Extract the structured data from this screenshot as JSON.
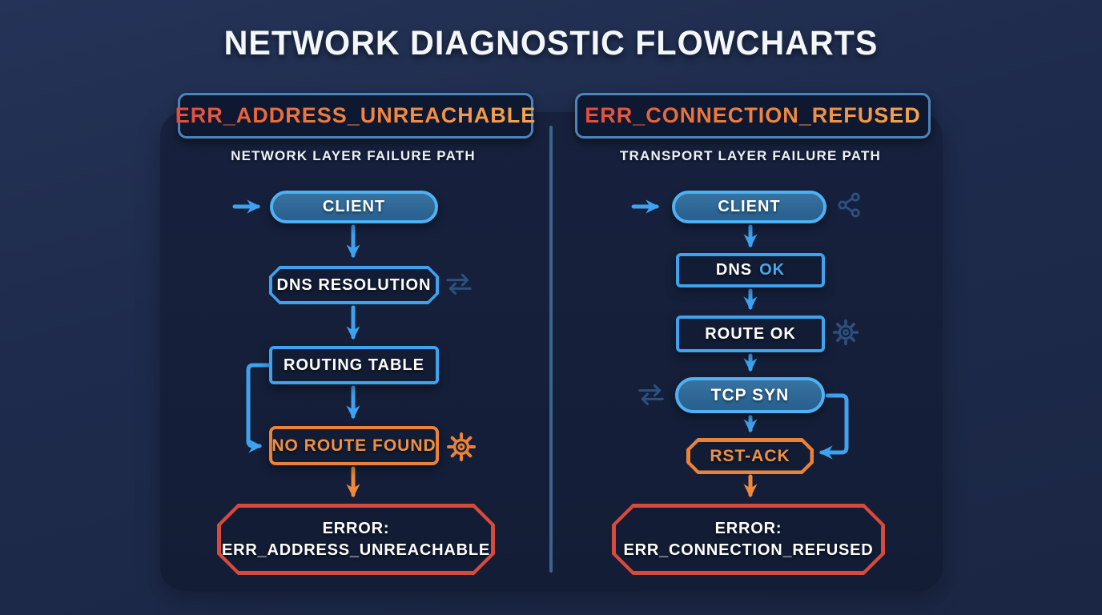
{
  "title": "NETWORK DIAGNOSTIC FLOWCHARTS",
  "left": {
    "error_code": "ERR_ADDRESS_UNREACHABLE",
    "subtitle": "NETWORK LAYER FAILURE PATH",
    "nodes": {
      "client": "CLIENT",
      "dns_resolution": "DNS RESOLUTION",
      "routing_table": "ROUTING TABLE",
      "no_route_found": "NO ROUTE FOUND",
      "error_title": "ERROR:",
      "error_code_text": "ERR_ADDRESS_UNREACHABLE"
    },
    "icons": [
      "transfer-arrows",
      "gear"
    ]
  },
  "right": {
    "error_code": "ERR_CONNECTION_REFUSED",
    "subtitle": "TRANSPORT LAYER FAILURE PATH",
    "nodes": {
      "client": "CLIENT",
      "dns_label": "DNS",
      "dns_status": "OK",
      "route_ok": "ROUTE OK",
      "tcp_syn": "TCP SYN",
      "rst_ack": "RST-ACK",
      "error_title": "ERROR:",
      "error_code_text": "ERR_CONNECTION_REFUSED"
    },
    "icons": [
      "share",
      "gear",
      "transfer-arrows"
    ]
  },
  "colors": {
    "background": "#1e2b4c",
    "panel": "#151f39",
    "node_fill": "#121c34",
    "pill_fill": "#2d6496",
    "blue_accent": "#3fa2ee",
    "blue_border": "#4fb0f2",
    "steel_border": "#4d85b9",
    "orange_accent": "#ec8237",
    "error_red": "#da4a3c",
    "ok_text": "#4aa8ec",
    "muted_icon": "#2c507f",
    "divider": "#3a6590",
    "title_text": "#f3f6fb",
    "code_gradient_start": "#e64a3b",
    "code_gradient_end": "#f6a54d"
  }
}
